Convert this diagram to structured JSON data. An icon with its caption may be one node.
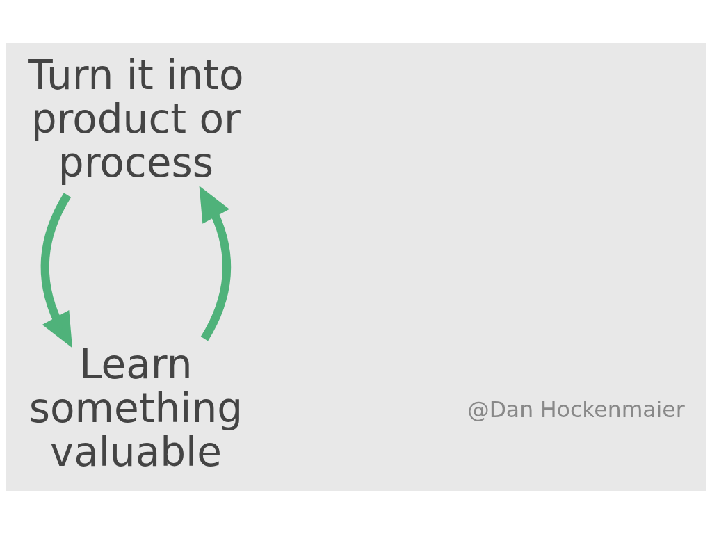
{
  "diagram": {
    "nodes": [
      {
        "text": [
          "Learn something valuable"
        ]
      },
      {
        "text": [
          "Turn it into product or process"
        ]
      }
    ],
    "edges": [
      {
        "from": 0,
        "to": 1,
        "arrow": "to"
      },
      {
        "from": 1,
        "to": 0,
        "arrow": "to"
      }
    ],
    "labels": [
      "@Dan Hockenmaier"
    ]
  }
}
